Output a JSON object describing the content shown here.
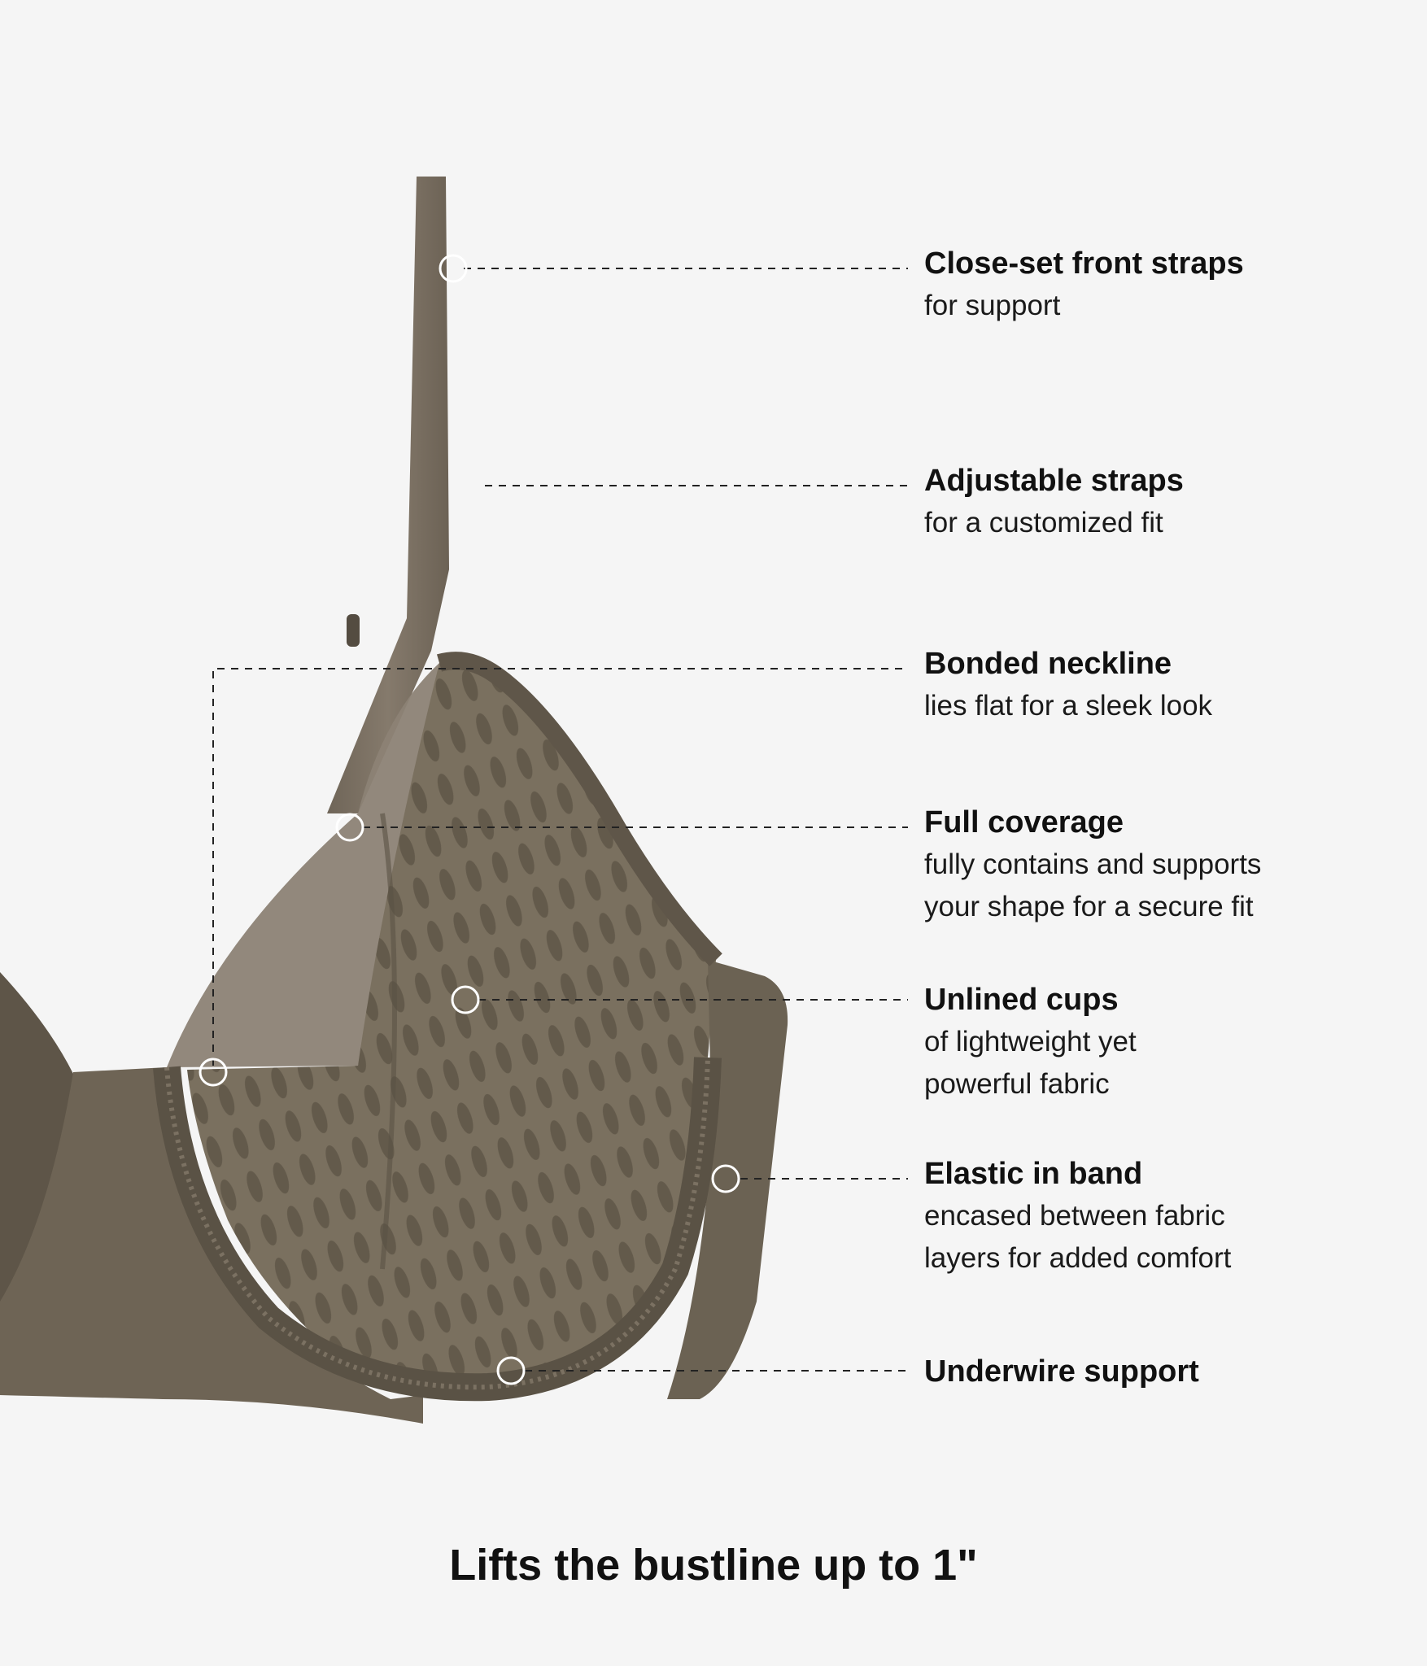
{
  "features": [
    {
      "title": "Close-set front straps",
      "desc": [
        "for support"
      ]
    },
    {
      "title": "Adjustable straps",
      "desc": [
        "for a customized fit"
      ]
    },
    {
      "title": "Bonded neckline",
      "desc": [
        "lies flat for a sleek look"
      ]
    },
    {
      "title": "Full coverage",
      "desc": [
        "fully contains and supports",
        "your shape for a secure fit"
      ]
    },
    {
      "title": "Unlined cups",
      "desc": [
        "of lightweight yet",
        "powerful fabric"
      ]
    },
    {
      "title": "Elastic in band",
      "desc": [
        "encased between fabric",
        "layers for added comfort"
      ]
    },
    {
      "title": "Underwire support",
      "desc": []
    }
  ],
  "caption": "Lifts the bustline up to 1\"",
  "colors": {
    "background": "#f5f5f5",
    "fabric": "#6f6556",
    "fabric_dark": "#5a5245",
    "strap": "#7e7265",
    "text": "#111111",
    "marker": "#ffffff"
  }
}
